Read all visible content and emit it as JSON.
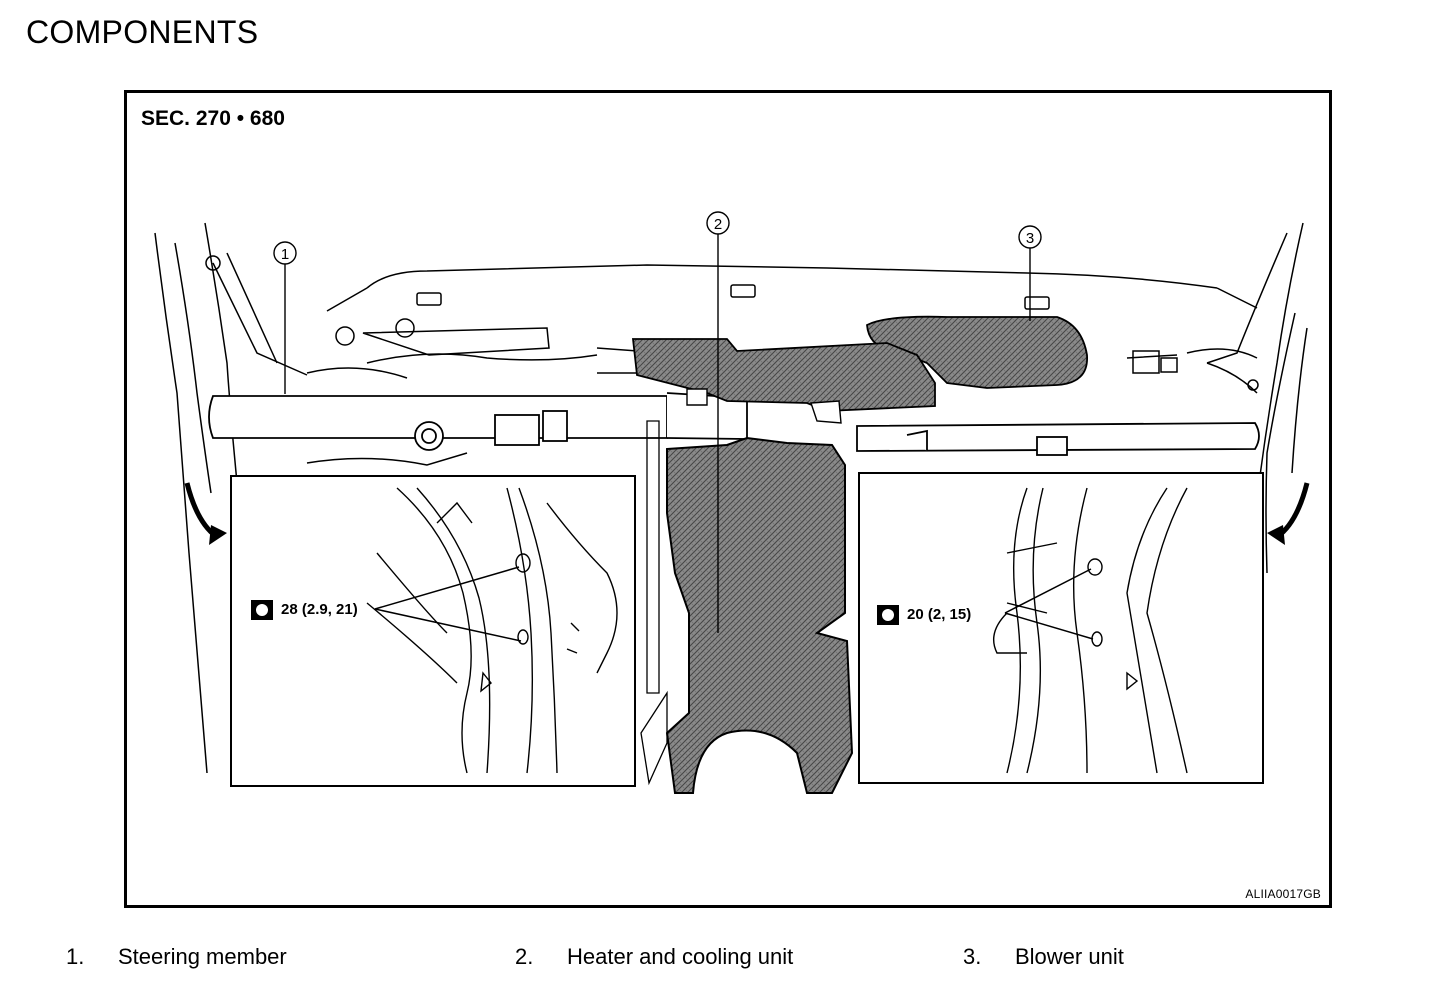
{
  "heading": "COMPONENTS",
  "figure": {
    "section": "SEC. 270 • 680",
    "ref_code": "ALIIA0017GB",
    "callouts": [
      "1",
      "2",
      "3"
    ],
    "torque": [
      {
        "value": "28 (2.9, 21)",
        "icon": "torque-wrench-icon"
      },
      {
        "value": "20 (2, 15)",
        "icon": "torque-wrench-icon"
      }
    ]
  },
  "legend": [
    {
      "num": "1.",
      "label": "Steering member"
    },
    {
      "num": "2.",
      "label": "Heater and cooling unit"
    },
    {
      "num": "3.",
      "label": "Blower unit"
    }
  ],
  "colors": {
    "line": "#000000",
    "shading": "#7a7a7a",
    "background": "#ffffff"
  }
}
